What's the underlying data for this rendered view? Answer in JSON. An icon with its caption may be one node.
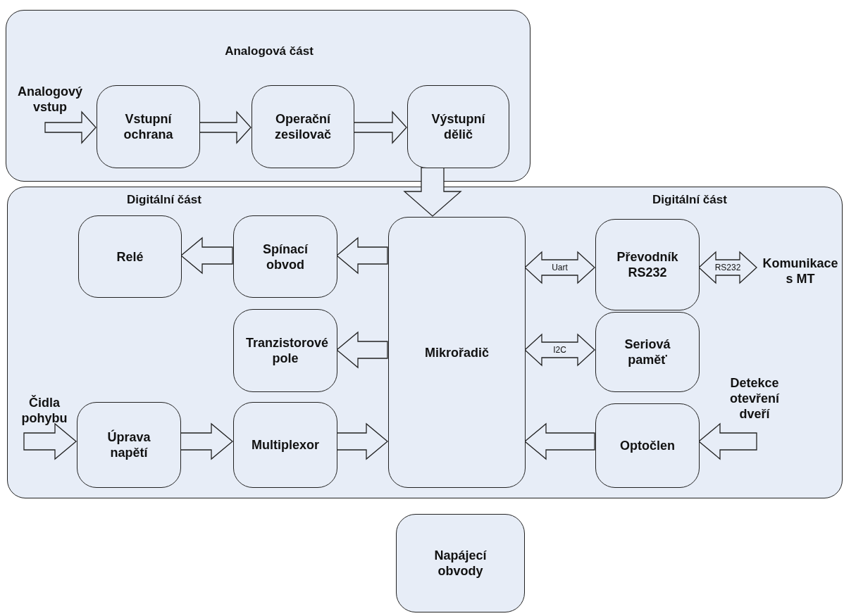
{
  "diagram": {
    "nodes": [
      {
        "text": [
          "Analogová část"
        ]
      },
      {
        "text": [
          "Digitální část",
          "Digitální část"
        ]
      },
      {
        "text": [
          "Analogový vstup"
        ],
        "in": 0
      },
      {
        "text": [
          "Vstupní ochrana"
        ],
        "in": 0
      },
      {
        "text": [
          "Operační zesilovač"
        ],
        "in": 0
      },
      {
        "text": [
          "Výstupní dělič"
        ],
        "in": 0
      },
      {
        "text": [
          "Relé"
        ],
        "in": 1
      },
      {
        "text": [
          "Spínací obvod"
        ],
        "in": 1
      },
      {
        "text": [
          "Mikrořadič"
        ],
        "in": 1
      },
      {
        "text": [
          "Převodník RS232"
        ],
        "in": 1
      },
      {
        "text": [
          "Komunikace s MT"
        ],
        "in": 1
      },
      {
        "text": [
          "Tranzistorové pole"
        ],
        "in": 1
      },
      {
        "text": [
          "Seriová paměť"
        ],
        "in": 1
      },
      {
        "text": [
          "Čidla pohybu"
        ],
        "in": 1
      },
      {
        "text": [
          "Úprava napětí"
        ],
        "in": 1
      },
      {
        "text": [
          "Multiplexor"
        ],
        "in": 1
      },
      {
        "text": [
          "Detekce otevření dveří"
        ],
        "in": 1
      },
      {
        "text": [
          "Optočlen"
        ],
        "in": 1
      },
      {
        "text": [
          "Napájecí obvody"
        ]
      }
    ],
    "edges": [
      {
        "from": 2,
        "to": 3,
        "arrow": "to"
      },
      {
        "from": 3,
        "to": 4,
        "arrow": "to"
      },
      {
        "from": 4,
        "to": 5,
        "arrow": "to"
      },
      {
        "from": 5,
        "to": 8,
        "arrow": "to"
      },
      {
        "from": 8,
        "to": 7,
        "arrow": "to"
      },
      {
        "from": 7,
        "to": 6,
        "arrow": "to"
      },
      {
        "from": 8,
        "to": 11,
        "arrow": "to"
      },
      {
        "from": 8,
        "to": 9,
        "arrow": "both",
        "label": "Uart"
      },
      {
        "from": 9,
        "to": 10,
        "arrow": "both",
        "label": "RS232"
      },
      {
        "from": 8,
        "to": 12,
        "arrow": "both",
        "label": "I2C"
      },
      {
        "from": 13,
        "to": 14,
        "arrow": "to"
      },
      {
        "from": 14,
        "to": 15,
        "arrow": "to"
      },
      {
        "from": 15,
        "to": 8,
        "arrow": "to"
      },
      {
        "from": 17,
        "to": 8,
        "arrow": "to"
      },
      {
        "from": 16,
        "to": 17,
        "arrow": "to"
      }
    ]
  }
}
